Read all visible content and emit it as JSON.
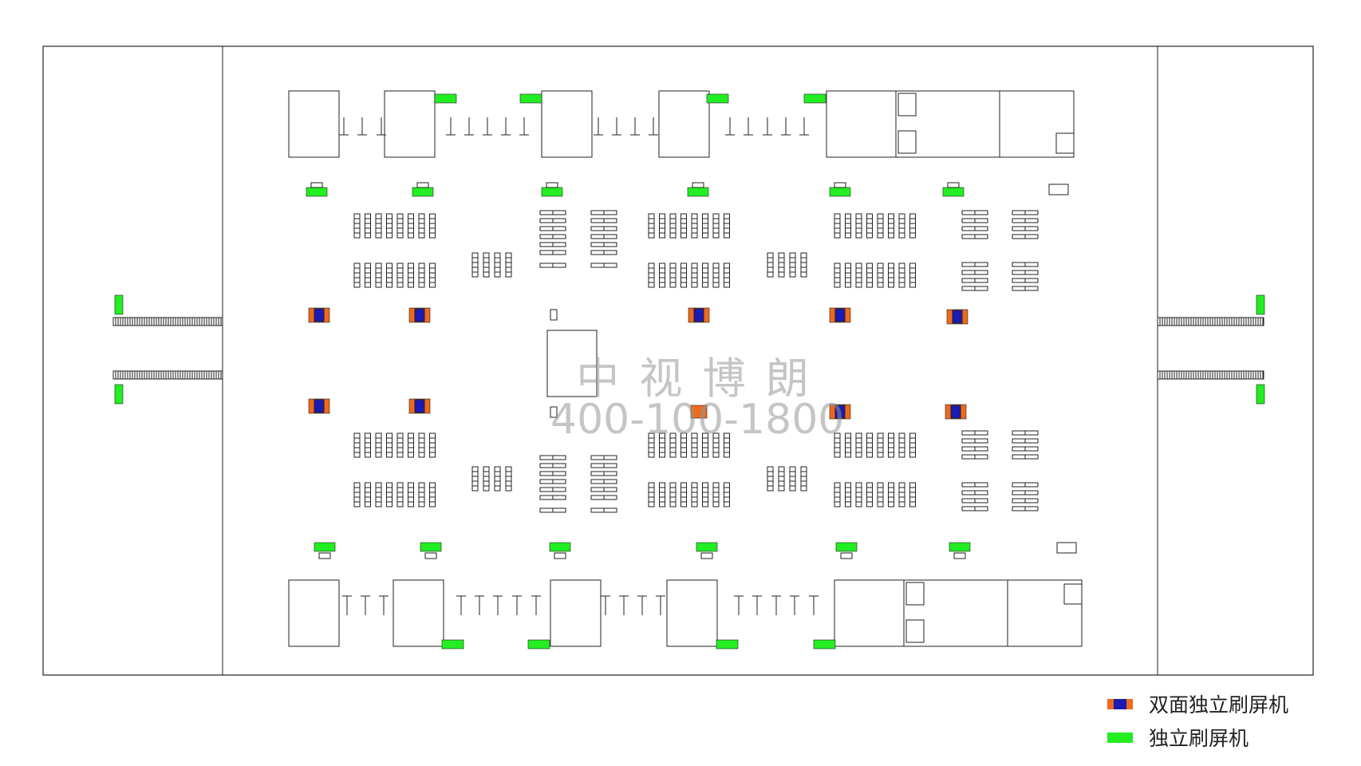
{
  "watermark": {
    "company": "中 视 博 朗",
    "phone": "400-100-1800"
  },
  "legend": [
    {
      "label": "双面独立刷屏机",
      "kind": "double"
    },
    {
      "label": "独立刷屏机",
      "kind": "single"
    }
  ],
  "colors": {
    "green": "#22ee22",
    "orange": "#ee6a1a",
    "blue": "#1a1ab4",
    "line": "#222222"
  }
}
